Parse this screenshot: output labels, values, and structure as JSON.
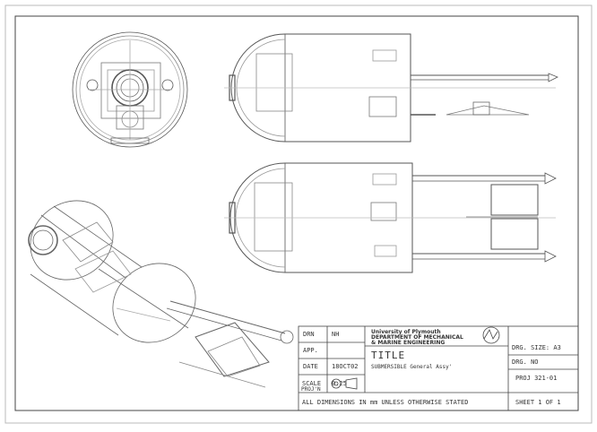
{
  "title_block": {
    "drn_label": "DRN",
    "drn_value": "NH",
    "app_label": "APP.",
    "app_value": "",
    "date_label": "DATE",
    "date_value": "18OCT02",
    "scale_label": "SCALE",
    "scale_value": "0.25",
    "proj_label": "PROJ'N",
    "institution_line1": "University of Plymouth",
    "institution_line2": "DEPARTMENT OF MECHANICAL",
    "institution_line3": "& MARINE ENGINEERING",
    "title_label": "TITLE",
    "title_value": "SUBMERSIBLE  General Assy'",
    "drg_size": "DRG. SIZE: A3",
    "drg_no_label": "DRG. NO",
    "drg_no_value": "PROJ 321-01",
    "sheet": "SHEET 1 OF 1",
    "dimensions_note": "ALL DIMENSIONS IN mm UNLESS OTHERWISE STATED"
  }
}
